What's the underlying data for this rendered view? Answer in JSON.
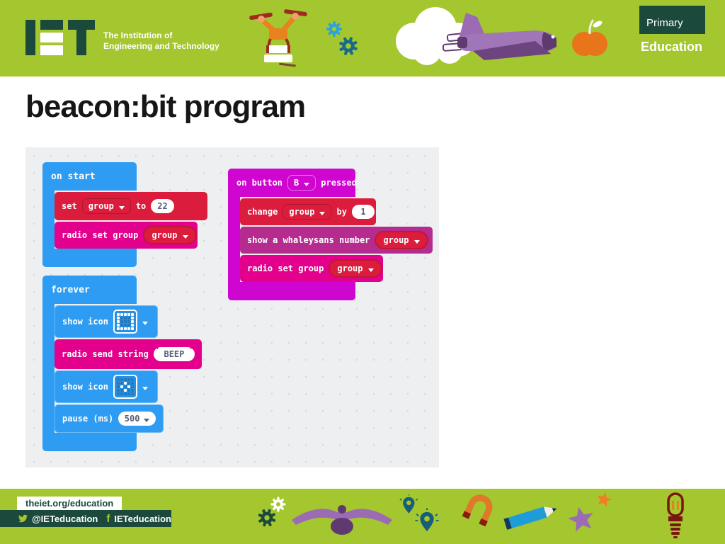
{
  "header": {
    "logo": {
      "line1": "The Institution of",
      "line2": "Engineering and Technology"
    },
    "primary_badge": "Primary",
    "education_label": "Education"
  },
  "title": "beacon:bit program",
  "blocks": {
    "on_start": {
      "header": "on start"
    },
    "set_group": {
      "set": "set",
      "var": "group",
      "to": "to",
      "value": "22"
    },
    "radio_set_group_1": {
      "label": "radio set group",
      "var": "group"
    },
    "on_button": {
      "prefix": "on button",
      "button": "B",
      "suffix": "pressed"
    },
    "change_group": {
      "change": "change",
      "var": "group",
      "by": "by",
      "value": "1"
    },
    "whaleysans": {
      "label": "show a whaleysans number",
      "var": "group"
    },
    "radio_set_group_2": {
      "label": "radio set group",
      "var": "group"
    },
    "forever": {
      "header": "forever"
    },
    "show_icon_1": {
      "label": "show icon",
      "icon": "square"
    },
    "radio_send_string": {
      "label": "radio send string",
      "value": "BEEP"
    },
    "show_icon_2": {
      "label": "show icon",
      "icon": "small_diamond"
    },
    "pause": {
      "label": "pause (ms)",
      "value": "500"
    }
  },
  "led_icons": {
    "square": [
      "11111",
      "10001",
      "10001",
      "10001",
      "11111"
    ],
    "small_diamond": [
      "00000",
      "00100",
      "01010",
      "00100",
      "00000"
    ]
  },
  "footer": {
    "url": "theiet.org/education",
    "twitter_handle": "@IETeducation",
    "facebook_f": "f",
    "facebook_label": "IETeducation"
  },
  "colors": {
    "banner_green": "#A4C62E",
    "dark_green": "#1B4A3C",
    "block_blue": "#2D9CF2",
    "block_crimson": "#DC1C3C",
    "block_pink": "#E3008C",
    "block_magenta": "#CF06CF",
    "block_whaleysans": "#B52C8E"
  }
}
